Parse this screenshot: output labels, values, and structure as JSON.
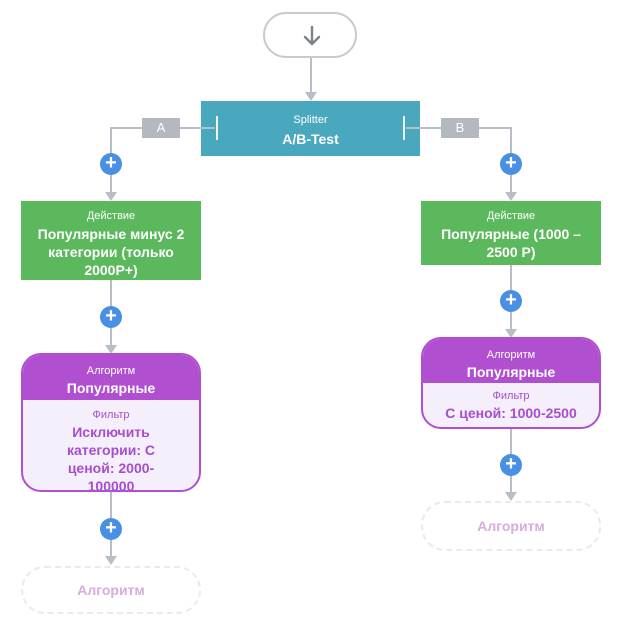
{
  "start": {
    "icon": "arrow-down-icon"
  },
  "splitter": {
    "caption": "Splitter",
    "title": "A/B-Test"
  },
  "branches": [
    {
      "label": "A",
      "action": {
        "caption": "Действие",
        "title": "Популярные минус 2 категории (только 2000Р+)"
      },
      "algorithm": {
        "caption": "Алгоритм",
        "title": "Популярные",
        "filter_caption": "Фильтр",
        "filter_text": "Исключить категории: С ценой: 2000-100000"
      },
      "next_placeholder": "Алгоритм"
    },
    {
      "label": "B",
      "action": {
        "caption": "Действие",
        "title": "Популярные (1000 – 2500 Р)"
      },
      "algorithm": {
        "caption": "Алгоритм",
        "title": "Популярные",
        "filter_caption": "Фильтр",
        "filter_text": "С ценой: 1000-2500"
      },
      "next_placeholder": "Алгоритм"
    }
  ],
  "colors": {
    "splitter": "#49a8bd",
    "action": "#5cb85c",
    "algorithm": "#b050d0",
    "plus": "#4a90e2",
    "connector": "#b9bdc5"
  },
  "icons": {
    "add": "plus-icon"
  }
}
